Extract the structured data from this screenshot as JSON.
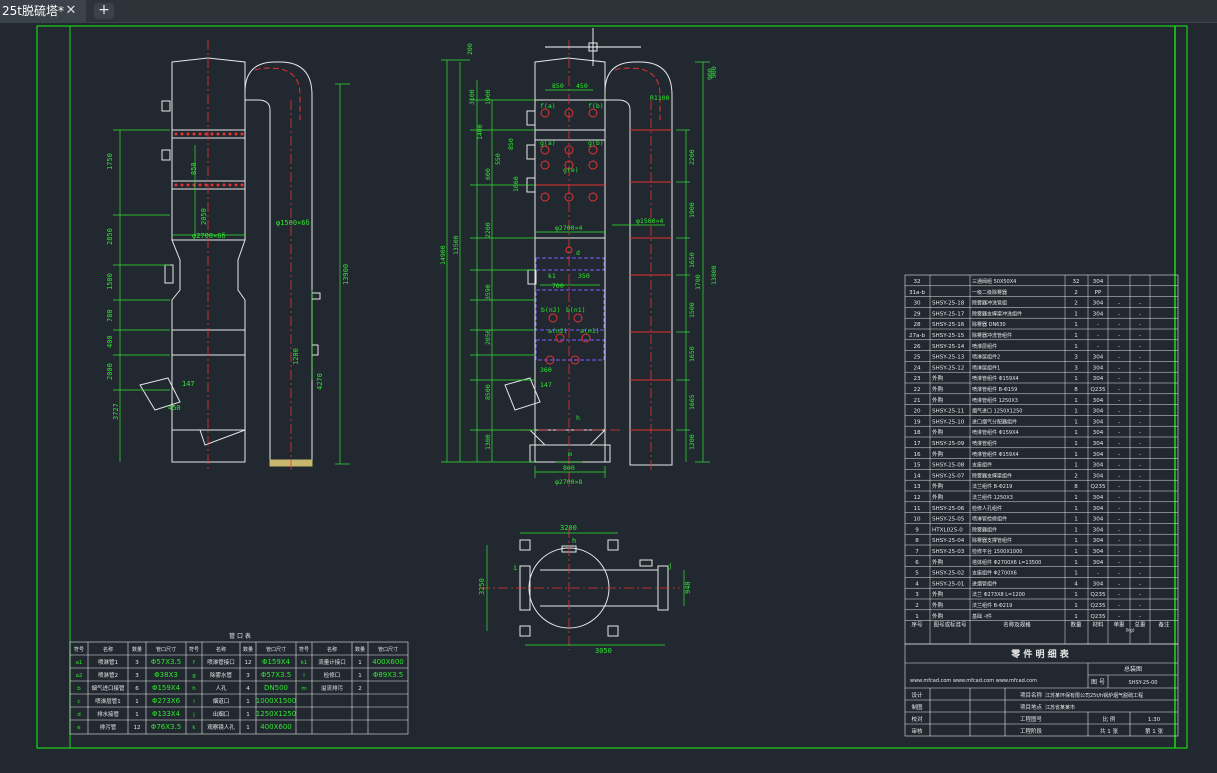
{
  "tab": {
    "title": "25t脱硫塔*",
    "close_glyph": "✕",
    "add_glyph": "+"
  },
  "colors": {
    "background": "#212830",
    "frame": "#19d219",
    "outline": "#e6e6e6",
    "dimension": "#2ee62e",
    "centerline": "#e63232",
    "hidden": "#7a5cff",
    "blue": "#5aa0ff"
  },
  "dims": {
    "left_view": [
      "1750",
      "2850",
      "2050",
      "1500",
      "780",
      "400",
      "850",
      "2000",
      "13900",
      "4270",
      "147",
      "φ2700×6δ",
      "φ1500×6δ",
      "3727",
      "450",
      "1200"
    ],
    "mid_view": [
      "200",
      "850",
      "450",
      "1900",
      "3100",
      "1400",
      "850",
      "550",
      "1060",
      "600",
      "14900",
      "13500",
      "2200",
      "3590",
      "2050",
      "8500",
      "1300",
      "φ2700×4",
      "φ1500×4",
      "k1",
      "700",
      "350",
      "360",
      "147",
      "800",
      "φ2700×8",
      "h",
      "d",
      "m",
      "b(n1)",
      "b(n2)",
      "a(n1)",
      "a(n2)",
      "f(a)",
      "f(b)",
      "g(a)",
      "g(b)",
      "g(e)",
      "1700",
      "900"
    ],
    "right_view": [
      "900",
      "2200",
      "1900",
      "13800",
      "1650",
      "1500",
      "1650",
      "1665",
      "1200",
      "R1100"
    ],
    "plan_view": [
      "3200",
      "3050",
      "3250",
      "940",
      "i",
      "h",
      "j"
    ]
  },
  "nozzle_table": {
    "title": "管  口  表",
    "headers": [
      "符号",
      "名称",
      "数量",
      "管口尺寸",
      "符号",
      "名称",
      "数量",
      "管口尺寸",
      "符号",
      "名称",
      "数量",
      "管口尺寸"
    ],
    "rows": [
      [
        "a1",
        "喷淋管1",
        "3",
        "Φ57X3.5",
        "f",
        "喷淋管接口",
        "12",
        "Φ159X4",
        "k1",
        "流量计接口",
        "1",
        "400X600"
      ],
      [
        "a2",
        "喷淋管2",
        "3",
        "Φ38X3",
        "g",
        "除雾水管",
        "3",
        "Φ57X3.5",
        "l",
        "检修口",
        "1",
        "Φ89X3.5"
      ],
      [
        "b",
        "烟气进口接管",
        "6",
        "Φ159X4",
        "h",
        "人孔",
        "4",
        "DN500",
        "m",
        "溢流排污",
        "2",
        ""
      ],
      [
        "c",
        "喷淋层管1",
        "1",
        "Φ273X6",
        "i",
        "烟道口",
        "1",
        "1000X1500",
        "",
        "",
        "",
        ""
      ],
      [
        "d",
        "排水接管",
        "1",
        "Φ133X4",
        "j",
        "出烟口",
        "1",
        "1250X1250",
        "",
        "",
        "",
        ""
      ],
      [
        "e",
        "排污管",
        "12",
        "Φ76X3.5",
        "k",
        "观察镜人孔",
        "1",
        "400X600",
        "",
        "",
        "",
        ""
      ]
    ]
  },
  "parts_table": {
    "rows": [
      [
        "32",
        "",
        "三通阀组 50X50X4",
        "32",
        "304",
        "",
        "",
        "",
        ""
      ],
      [
        "31a-b",
        "",
        "一级二级除雾器",
        "2",
        "PP",
        "",
        "",
        "",
        ""
      ],
      [
        "30",
        "SHSY-25-18",
        "除雾器冲洗管组",
        "2",
        "304",
        "-",
        "-",
        "",
        ""
      ],
      [
        "29",
        "SHSY-25-17",
        "除雾器支撑梁冲洗组件",
        "1",
        "304",
        "-",
        "-",
        "",
        ""
      ],
      [
        "28",
        "SHSY-25-16",
        "除雾器 DN630",
        "1",
        "-",
        "-",
        "-",
        "",
        ""
      ],
      [
        "27a-b",
        "SHSY-25-15",
        "除雾器冲洗管组件",
        "1",
        "-",
        "-",
        "-",
        "",
        ""
      ],
      [
        "26",
        "SHSY-25-14",
        "喷淋层组件",
        "1",
        "-",
        "-",
        "-",
        "",
        ""
      ],
      [
        "25",
        "SHSY-25-13",
        "喷淋层组件2",
        "3",
        "304",
        "-",
        "-",
        "",
        ""
      ],
      [
        "24",
        "SHSY-25-12",
        "喷淋层组件1",
        "3",
        "304",
        "-",
        "-",
        "",
        ""
      ],
      [
        "23",
        "外购",
        "喷淋管组件 Φ159X4",
        "1",
        "304",
        "-",
        "-",
        "",
        ""
      ],
      [
        "22",
        "外购",
        "喷淋管组件 B-Φ159",
        "8",
        "Q235",
        "-",
        "-",
        "",
        ""
      ],
      [
        "21",
        "外购",
        "喷淋管组件 1250X3",
        "1",
        "304",
        "-",
        "-",
        "",
        ""
      ],
      [
        "20",
        "SHSY-25-11",
        "烟气进口 1250X1250",
        "1",
        "304",
        "-",
        "-",
        "",
        ""
      ],
      [
        "19",
        "SHSY-25-10",
        "进口烟气分配器组件",
        "1",
        "304",
        "-",
        "-",
        "",
        ""
      ],
      [
        "18",
        "外购",
        "喷淋管组件 Φ159X4",
        "1",
        "304",
        "-",
        "-",
        "",
        ""
      ],
      [
        "17",
        "SHSY-25-09",
        "喷淋管组件",
        "1",
        "304",
        "-",
        "-",
        "",
        ""
      ],
      [
        "16",
        "外购",
        "喷淋管组件 Φ159X4",
        "1",
        "304",
        "-",
        "-",
        "",
        ""
      ],
      [
        "15",
        "SHSY-25-08",
        "支座组件",
        "1",
        "304",
        "-",
        "-",
        "",
        ""
      ],
      [
        "14",
        "SHSY-25-07",
        "除雾器支撑梁组件",
        "2",
        "304",
        "-",
        "-",
        "",
        ""
      ],
      [
        "13",
        "外购",
        "法兰组件 B-Φ219",
        "8",
        "Q235",
        "-",
        "-",
        "",
        ""
      ],
      [
        "12",
        "外购",
        "法兰组件 1250X3",
        "1",
        "304",
        "-",
        "-",
        "",
        ""
      ],
      [
        "11",
        "SHSY-25-06",
        "检修人孔组件",
        "1",
        "304",
        "-",
        "-",
        "",
        ""
      ],
      [
        "10",
        "SHSY-25-05",
        "喷淋管检修组件",
        "1",
        "304",
        "-",
        "-",
        "",
        ""
      ],
      [
        "9",
        "HTXL025-0",
        "除雾器组件",
        "1",
        "304",
        "-",
        "-",
        "",
        ""
      ],
      [
        "8",
        "SHSY-25-04",
        "除雾器支撑管组件",
        "1",
        "304",
        "-",
        "-",
        "",
        ""
      ],
      [
        "7",
        "SHSY-25-03",
        "检修平台 1500X1000",
        "1",
        "304",
        "-",
        "-",
        "",
        ""
      ],
      [
        "6",
        "外购",
        "塔体组件 Φ2700X6 L=13500",
        "1",
        "304",
        "-",
        "-",
        "",
        ""
      ],
      [
        "5",
        "SHSY-25-02",
        "支座组件 Φ2700X6",
        "1",
        "-",
        "-",
        "-",
        "",
        ""
      ],
      [
        "4",
        "SHSY-25-01",
        "进烟管组件",
        "4",
        "304",
        "-",
        "-",
        "",
        ""
      ],
      [
        "3",
        "外购",
        "法兰 Φ273X8 L=1200",
        "1",
        "Q235",
        "-",
        "-",
        "",
        ""
      ],
      [
        "2",
        "外购",
        "法兰组件 B-Φ219",
        "1",
        "Q235",
        "-",
        "-",
        "",
        ""
      ],
      [
        "1",
        "外购",
        "基础 -Ⅰ件",
        "1",
        "Q235",
        "-",
        "-",
        "",
        ""
      ]
    ],
    "header_row": [
      "序号",
      "图号或标准号",
      "名称及规格",
      "数量",
      "材料",
      "单重",
      "总重",
      "备注"
    ],
    "header_sub": "(kg)",
    "title": "零  件  明  细  表"
  },
  "title_block": {
    "watermark": "www.mfcad.com  www.mfcad.com  www.mfcad.com",
    "drawing_name_label": "总装图",
    "drawing_no_label": "图  号",
    "drawing_no": "SHSY-25-00",
    "rows": [
      [
        "设计",
        "",
        "项目名称",
        "江苏某环保有限公司25t/h锅炉烟气脱硫工程"
      ],
      [
        "制图",
        "",
        "项目地点",
        "江苏省某某市"
      ],
      [
        "校对",
        "",
        "工程图号",
        "",
        "比  例",
        "1:30"
      ],
      [
        "审核",
        "",
        "工程阶段",
        "",
        "共 1 张",
        "第 1 张"
      ]
    ]
  }
}
